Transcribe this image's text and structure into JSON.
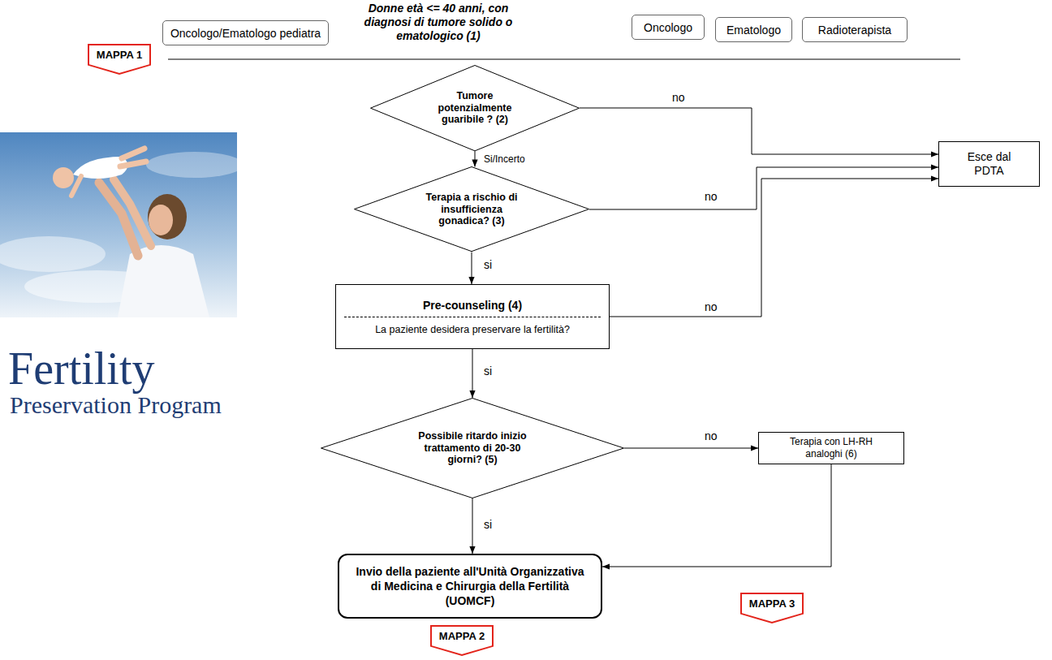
{
  "diagram": {
    "nodes": [
      {
        "text": [
          "MAPPA 1"
        ]
      },
      {
        "text": [
          "Oncologo/Ematologo pediatra"
        ]
      },
      {
        "text": [
          "Oncologo"
        ]
      },
      {
        "text": [
          "Ematologo"
        ]
      },
      {
        "text": [
          "Radioterapista"
        ]
      },
      {
        "text": [
          "Tumore potenzialmente guaribile ? (2)"
        ]
      },
      {
        "text": [
          "Esce dal PDTA"
        ]
      },
      {
        "text": [
          "Terapia a rischio di insufficienza gonadica? (3)"
        ]
      },
      {
        "text": [
          "Pre-counseling (4)",
          "La paziente desidera preservare la fertilità?"
        ]
      },
      {
        "text": [
          "Possibile ritardo inizio trattamento di 20-30 giorni? (5)"
        ]
      },
      {
        "text": [
          "Terapia con LH-RH analoghi (6)"
        ]
      },
      {
        "text": [
          "Invio della paziente all'Unità Organizzativa di Medicina e Chirurgia della Fertilità (UOMCF)"
        ]
      },
      {
        "text": [
          "MAPPA 3"
        ]
      },
      {
        "text": [
          "MAPPA 2"
        ]
      }
    ],
    "edges": [
      {
        "from": 5,
        "to": 6,
        "label": "no",
        "arrow": "to"
      },
      {
        "from": 5,
        "to": 7,
        "label": "Si/Incerto",
        "arrow": "to"
      },
      {
        "from": 7,
        "to": 6,
        "label": "no",
        "arrow": "to"
      },
      {
        "from": 7,
        "to": 8,
        "label": "si",
        "arrow": "to"
      },
      {
        "from": 8,
        "to": 6,
        "label": "no",
        "arrow": "to"
      },
      {
        "from": 8,
        "to": 9,
        "label": "si",
        "arrow": "to"
      },
      {
        "from": 9,
        "to": 10,
        "label": "no",
        "arrow": "to"
      },
      {
        "from": 9,
        "to": 11,
        "label": "si",
        "arrow": "to"
      },
      {
        "from": 10,
        "to": 11,
        "arrow": "to"
      }
    ],
    "labels": [
      "Donne età <= 40 anni, con diagnosi di tumore solido o ematologico (1)",
      "Fertility",
      "Preservation Program"
    ]
  }
}
